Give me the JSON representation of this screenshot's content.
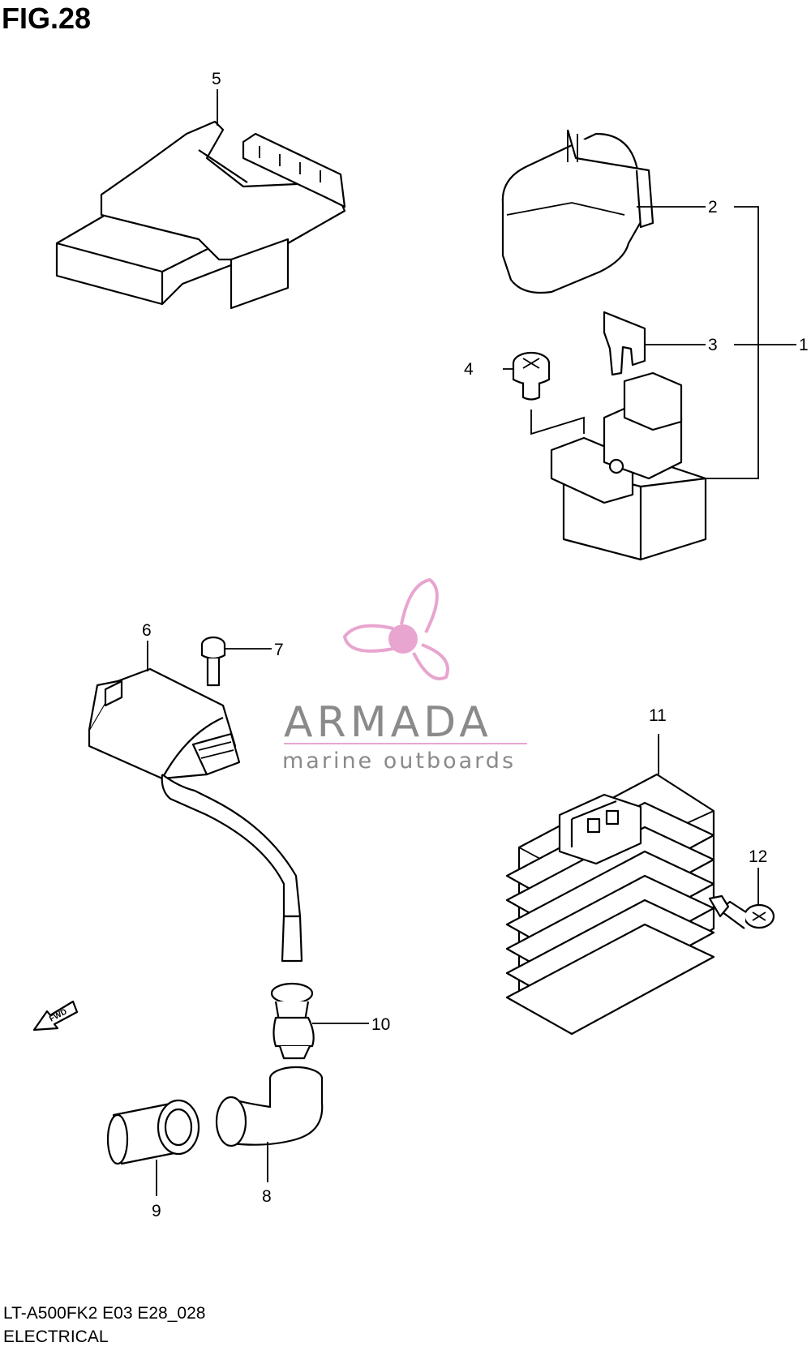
{
  "figure_title": "FIG.28",
  "footer": {
    "model": "LT-A500FK2 E03 E28_028",
    "section": "ELECTRICAL"
  },
  "callouts": {
    "p1": "1",
    "p2": "2",
    "p3": "3",
    "p4": "4",
    "p5": "5",
    "p6": "6",
    "p7": "7",
    "p8": "8",
    "p9": "9",
    "p10": "10",
    "p11": "11",
    "p12": "12"
  },
  "fwd_arrow_label": "FWD",
  "watermark": {
    "brand": "ARMADA",
    "tagline": "marine outboards",
    "color": "#e8a5cf"
  }
}
